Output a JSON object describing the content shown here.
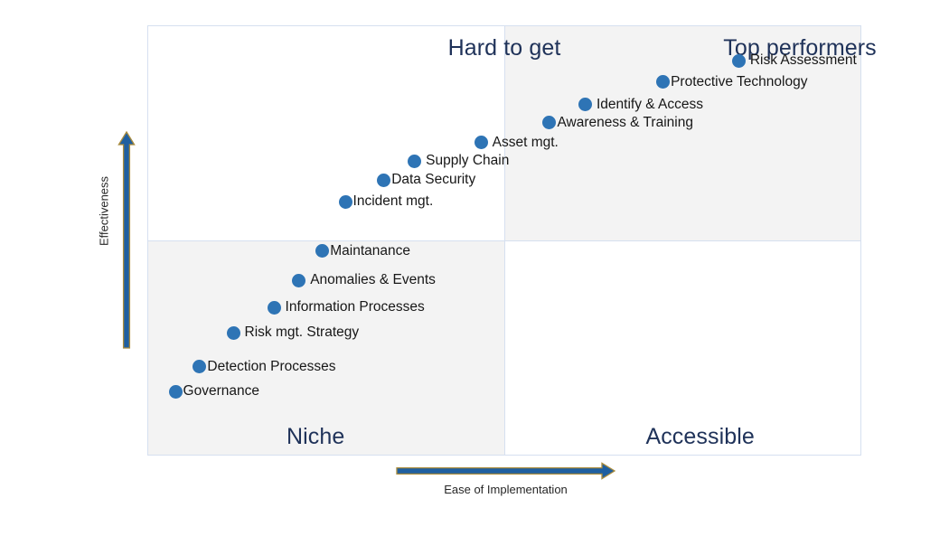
{
  "chart_data": {
    "type": "scatter",
    "title": "",
    "xlabel": "Ease of Implementation",
    "ylabel": "Effectiveness",
    "xlim": [
      0,
      10
    ],
    "ylim": [
      0,
      10
    ],
    "grid": true,
    "legend": "none",
    "quadrants": [
      {
        "key": "top_left",
        "label": "Hard to get",
        "shaded": false
      },
      {
        "key": "top_right",
        "label": "Top performers",
        "shaded": true
      },
      {
        "key": "bottom_left",
        "label": "Niche",
        "shaded": true
      },
      {
        "key": "bottom_right",
        "label": "Accessible",
        "shaded": false
      }
    ],
    "marker_color": "#2E74B5",
    "accent_color": "#1F5FA0",
    "arrow_outline_color": "#A98B3C",
    "quadrant_label_color": "#1F3259",
    "shaded_quadrant_color": "#F3F3F3",
    "gridline_color": "#D6E0F0",
    "points": [
      {
        "label": "Risk Assessment",
        "x": 8.27,
        "y": 9.23,
        "label_side": "right",
        "gap": true
      },
      {
        "label": "Protective Technology",
        "x": 7.21,
        "y": 8.73,
        "label_side": "right",
        "gap": false
      },
      {
        "label": "Identify & Access",
        "x": 6.12,
        "y": 8.21,
        "label_side": "right",
        "gap": true
      },
      {
        "label": "Awareness & Training",
        "x": 5.62,
        "y": 7.79,
        "label_side": "right",
        "gap": false
      },
      {
        "label": "Asset mgt.",
        "x": 4.66,
        "y": 7.33,
        "label_side": "right",
        "gap": true
      },
      {
        "label": "Supply Chain",
        "x": 3.73,
        "y": 6.9,
        "label_side": "right",
        "gap": true
      },
      {
        "label": "Data Security",
        "x": 3.3,
        "y": 6.45,
        "label_side": "right",
        "gap": false
      },
      {
        "label": "Incident mgt.",
        "x": 2.76,
        "y": 5.95,
        "label_side": "right",
        "gap": false
      },
      {
        "label": "Maintanance",
        "x": 2.44,
        "y": 4.81,
        "label_side": "right",
        "gap": false
      },
      {
        "label": "Anomalies & Events",
        "x": 2.11,
        "y": 4.12,
        "label_side": "right",
        "gap": true
      },
      {
        "label": "Information Processes",
        "x": 1.76,
        "y": 3.49,
        "label_side": "right",
        "gap": true
      },
      {
        "label": "Risk mgt. Strategy",
        "x": 1.19,
        "y": 2.9,
        "label_side": "right",
        "gap": true
      },
      {
        "label": "Detection Processes",
        "x": 0.72,
        "y": 2.12,
        "label_side": "right",
        "gap": false
      },
      {
        "label": "Governance",
        "x": 0.38,
        "y": 1.54,
        "label_side": "right",
        "gap": false
      }
    ]
  },
  "axes": {
    "y_arrow_name": "effectiveness-arrow",
    "x_arrow_name": "ease-of-implementation-arrow"
  }
}
